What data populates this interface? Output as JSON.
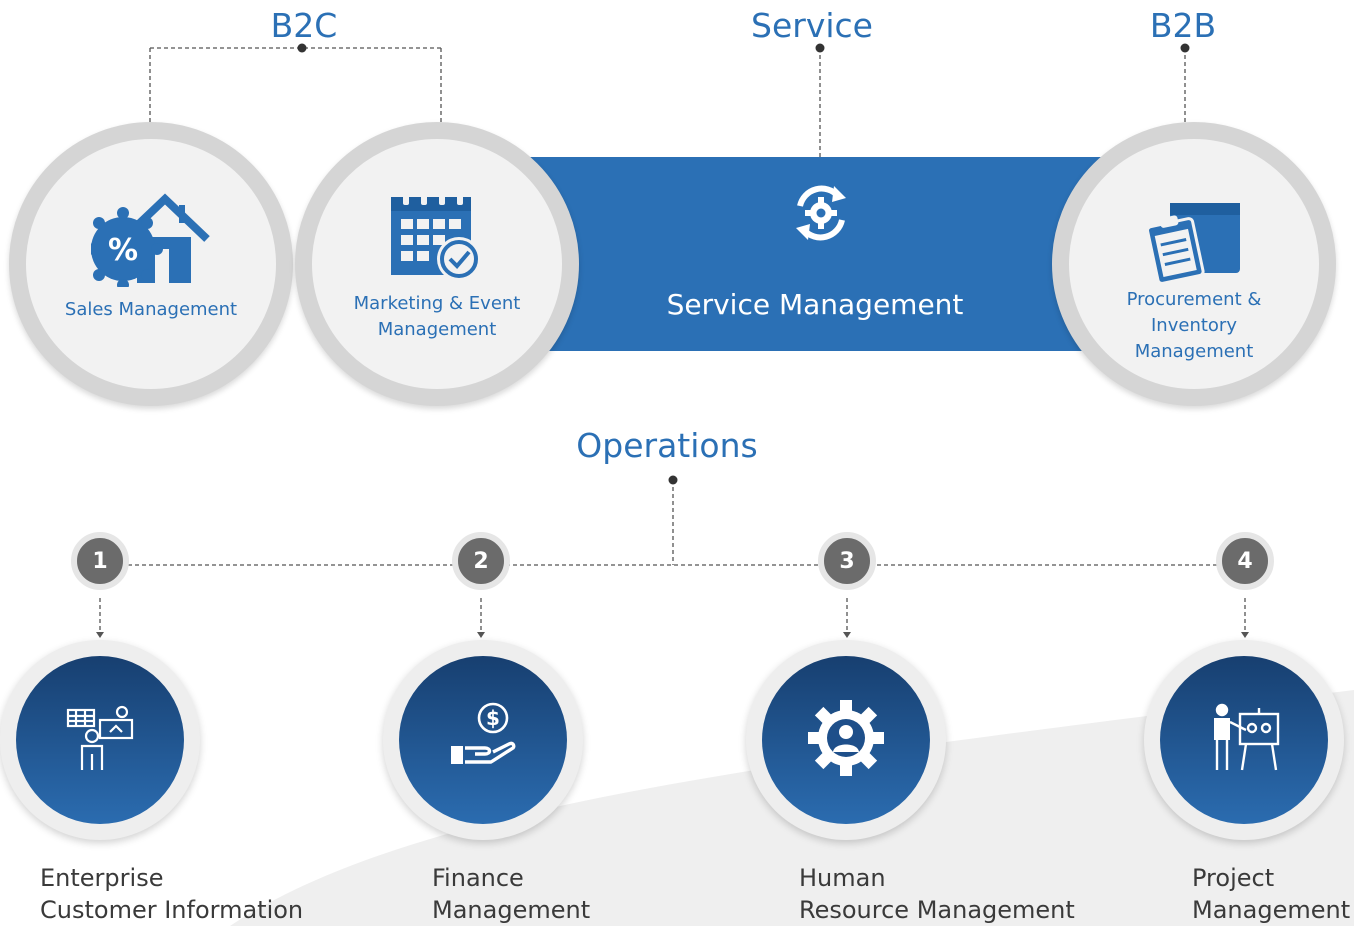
{
  "headings": {
    "b2c": "B2C",
    "service": "Service",
    "b2b": "B2B",
    "operations": "Operations"
  },
  "top": {
    "sales": "Sales Management",
    "marketing_line1": "Marketing & Event",
    "marketing_line2": "Management",
    "service": "Service Management",
    "procurement_line1": "Procurement &",
    "procurement_line2": "Inventory",
    "procurement_line3": "Management"
  },
  "operations": [
    {
      "number": "1",
      "line1": "Enterprise",
      "line2": "Customer Information",
      "icon": "customer-desk-icon"
    },
    {
      "number": "2",
      "line1": "Finance",
      "line2": "Management",
      "icon": "hand-coin-icon"
    },
    {
      "number": "3",
      "line1": "Human",
      "line2": "Resource Management",
      "icon": "gear-person-icon"
    },
    {
      "number": "4",
      "line1": "Project",
      "line2": "Management",
      "icon": "presenter-board-icon"
    }
  ],
  "colors": {
    "accent": "#2b70b5",
    "ring": "#d5d5d5",
    "badge": "#6b6b6b",
    "circle_dark": "#173f70"
  },
  "icons": {
    "sales": "house-percent-icon",
    "marketing": "calendar-check-icon",
    "service": "gear-cycle-icon",
    "procurement": "box-clipboard-icon"
  }
}
